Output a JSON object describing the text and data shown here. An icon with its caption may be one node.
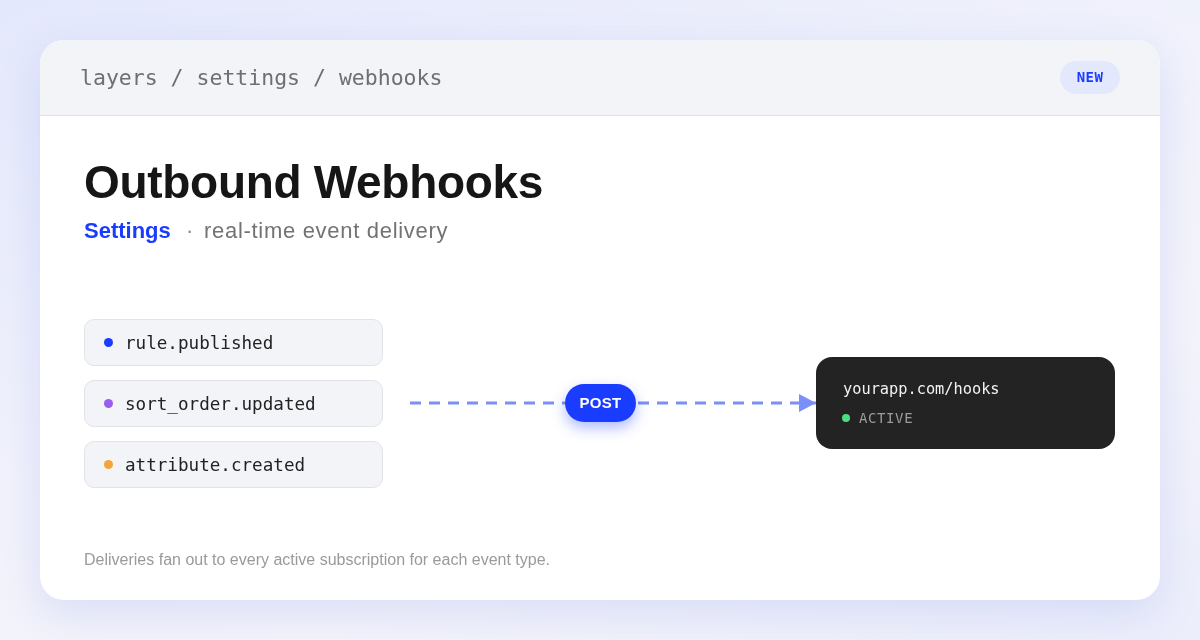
{
  "diagram": {
    "title": "Outbound Webhooks",
    "caption": "Deliveries fan out to every active subscription for each event type.",
    "nodes": [
      {
        "text": [
          "rule.published"
        ]
      },
      {
        "text": [
          "sort_order.updated"
        ]
      },
      {
        "text": [
          "attribute.created"
        ]
      },
      {
        "text": [
          "yourapp.com/hooks",
          "ACTIVE"
        ]
      }
    ],
    "edges": [
      {
        "from": null,
        "to": 3,
        "arrow": "to",
        "label": "POST",
        "style": "dashed"
      }
    ],
    "labels": [
      "layers / settings / webhooks",
      "NEW",
      "Settings",
      "·",
      "real-time event delivery"
    ]
  }
}
